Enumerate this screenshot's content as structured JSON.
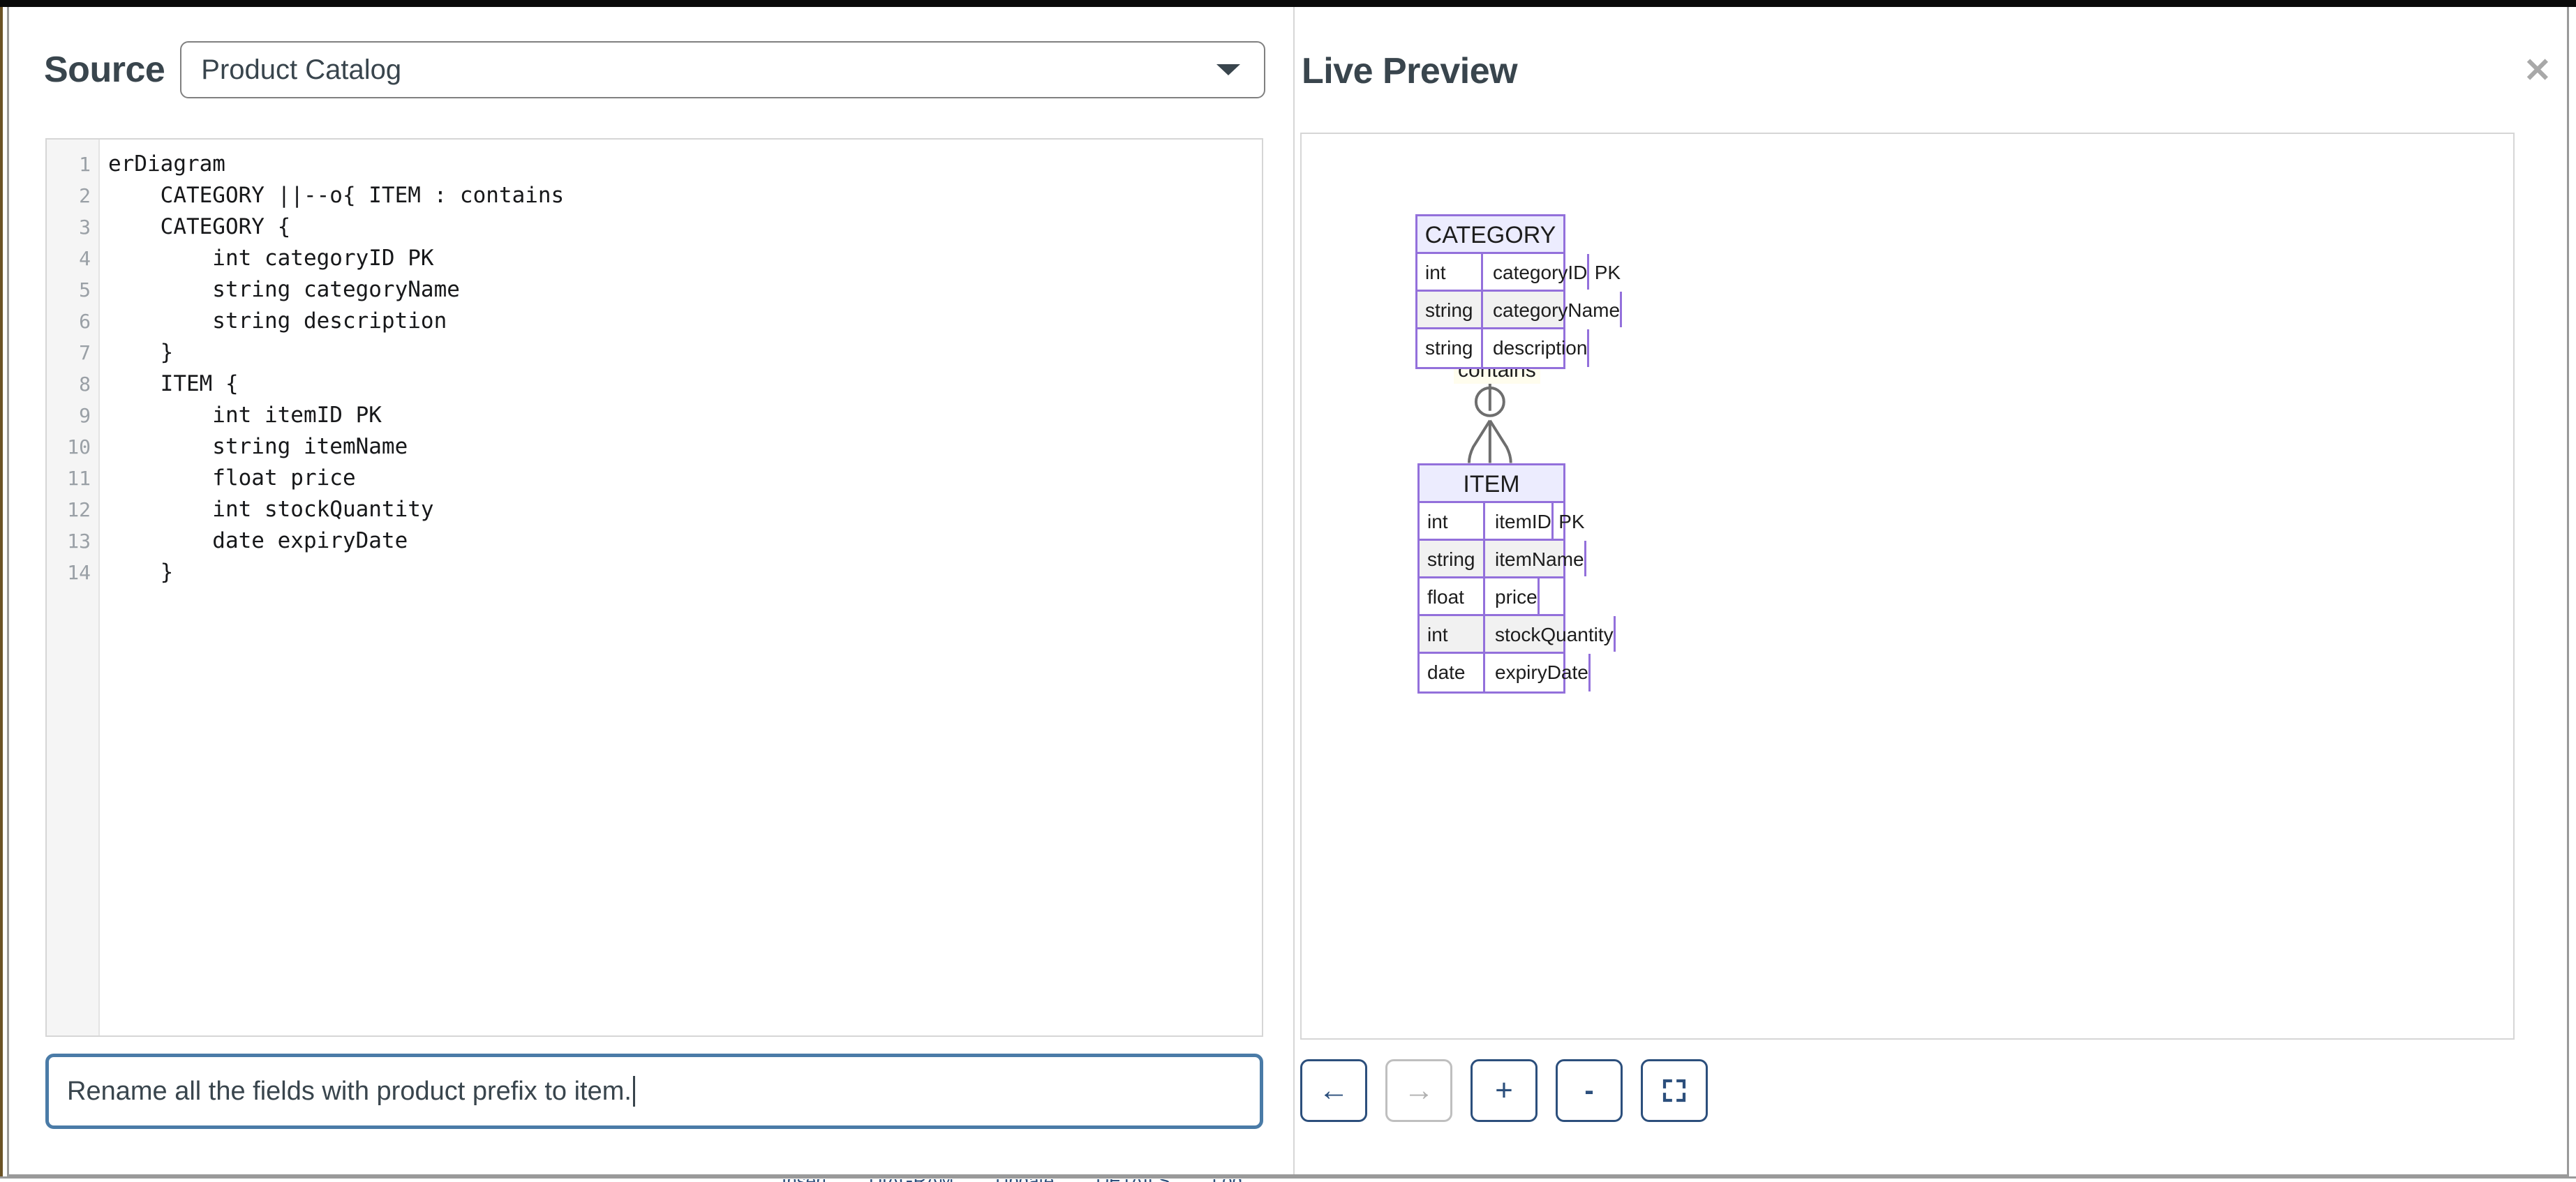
{
  "window": {
    "topbar_color": "#0a0a0a",
    "modal_border_color": "#9a9a9a"
  },
  "source_panel": {
    "title": "Source",
    "diagram_select": {
      "value": "Product Catalog",
      "arrow_icon": "chevron-down-icon"
    },
    "editor": {
      "language": "mermaid",
      "line_numbers": [
        1,
        2,
        3,
        4,
        5,
        6,
        7,
        8,
        9,
        10,
        11,
        12,
        13,
        14
      ],
      "lines": [
        "erDiagram",
        "    CATEGORY ||--o{ ITEM : contains",
        "    CATEGORY {",
        "        int categoryID PK",
        "        string categoryName",
        "        string description",
        "    }",
        "    ITEM {",
        "        int itemID PK",
        "        string itemName",
        "        float price",
        "        int stockQuantity",
        "        date expiryDate",
        "    }"
      ]
    },
    "prompt": {
      "value": "Rename all the fields with product prefix to item.",
      "placeholder": "",
      "focused": true,
      "caret_visible": true,
      "focus_ring_color": "#4a7ba7"
    }
  },
  "preview_panel": {
    "title": "Live Preview",
    "close_icon": "close-icon",
    "colors": {
      "entity_border": "#9370db",
      "entity_header_fill": "#ececfe",
      "alt_row_fill": "#f1f1f1",
      "connector": "#6e6e6e",
      "label_fill": "#fffdee"
    },
    "diagram": {
      "type": "er",
      "entities": [
        {
          "name": "CATEGORY",
          "attributes": [
            {
              "type": "int",
              "name": "categoryID",
              "key": "PK"
            },
            {
              "type": "string",
              "name": "categoryName",
              "key": ""
            },
            {
              "type": "string",
              "name": "description",
              "key": ""
            }
          ]
        },
        {
          "name": "ITEM",
          "attributes": [
            {
              "type": "int",
              "name": "itemID",
              "key": "PK"
            },
            {
              "type": "string",
              "name": "itemName",
              "key": ""
            },
            {
              "type": "float",
              "name": "price",
              "key": ""
            },
            {
              "type": "int",
              "name": "stockQuantity",
              "key": ""
            },
            {
              "type": "date",
              "name": "expiryDate",
              "key": ""
            }
          ]
        }
      ],
      "relationships": [
        {
          "from": "CATEGORY",
          "to": "ITEM",
          "label": "contains",
          "from_cardinality": "exactly-one",
          "to_cardinality": "zero-or-many"
        }
      ]
    },
    "toolbar": [
      {
        "name": "pan-left-button",
        "glyph": "←",
        "disabled": false
      },
      {
        "name": "pan-right-button",
        "glyph": "→",
        "disabled": true
      },
      {
        "name": "zoom-in-button",
        "glyph": "+",
        "disabled": false
      },
      {
        "name": "zoom-out-button",
        "glyph": "-",
        "disabled": false
      },
      {
        "name": "fit-screen-button",
        "glyph": "fit",
        "disabled": false
      }
    ]
  },
  "background_page": {
    "sliver_texts": [
      "Insert",
      "DIAGRAM",
      "Update",
      "DETAILS",
      "Log"
    ]
  }
}
